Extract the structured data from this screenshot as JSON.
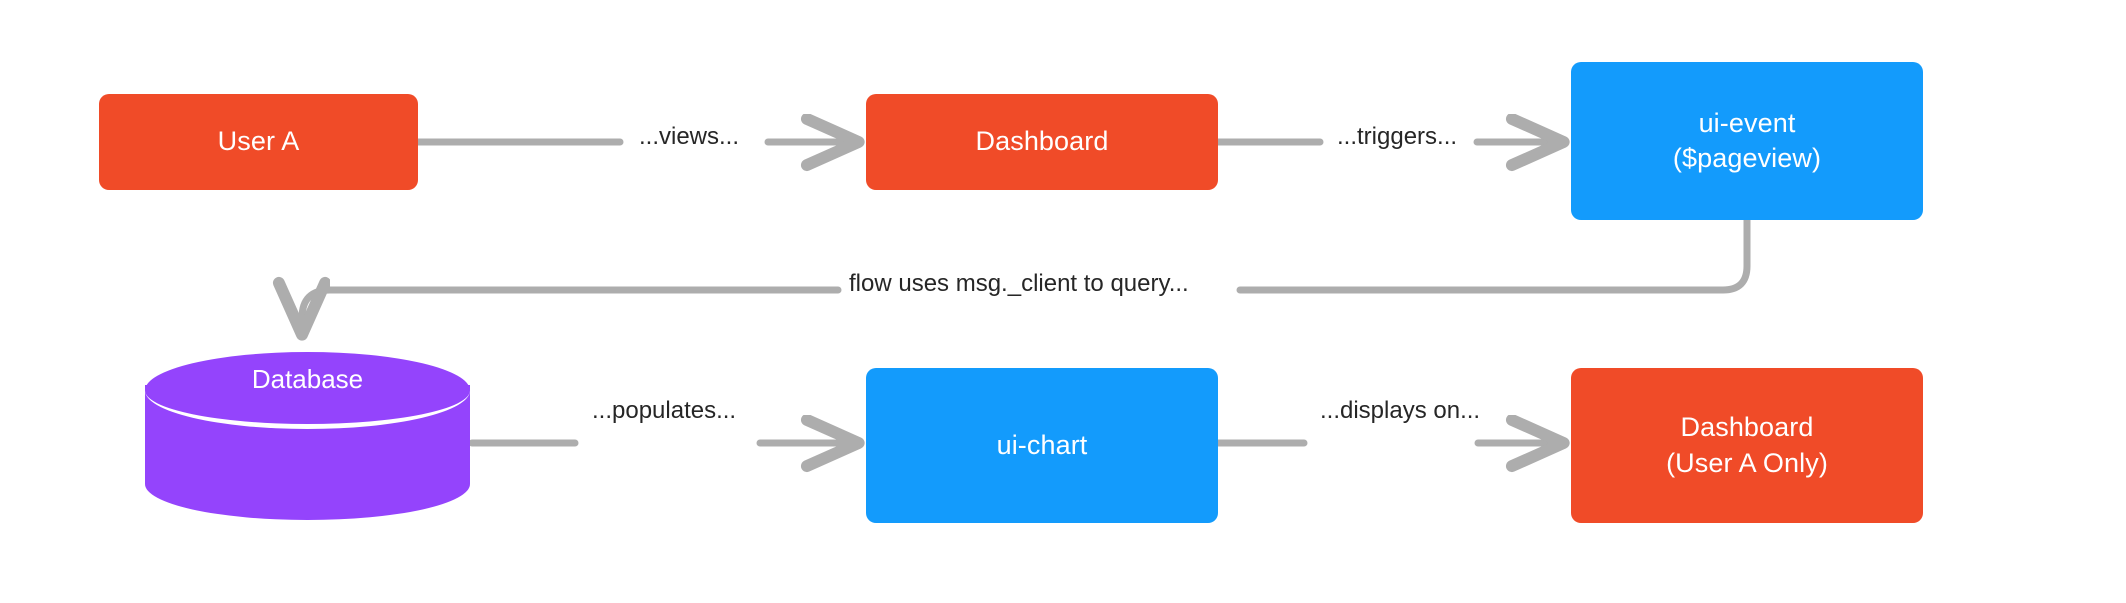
{
  "diagram": {
    "type": "flowchart",
    "title": "",
    "background": "#ffffff",
    "colors": {
      "orange": "#F04B28",
      "blue": "#139BFC",
      "purple": "#9444FC",
      "edge": "#ADADAD",
      "label_text": "#262626",
      "node_text": "#ffffff"
    }
  },
  "nodes": {
    "user_a": {
      "label": "User A",
      "shape": "rounded-rect",
      "color": "#F04B28"
    },
    "dash_top": {
      "label": "Dashboard",
      "shape": "rounded-rect",
      "color": "#F04B28"
    },
    "ui_event": {
      "line1": "ui-event",
      "line2": "($pageview)",
      "shape": "rounded-rect",
      "color": "#139BFC"
    },
    "database": {
      "label": "Database",
      "shape": "cylinder",
      "color": "#9444FC"
    },
    "ui_chart": {
      "label": "ui-chart",
      "shape": "rounded-rect",
      "color": "#139BFC"
    },
    "dash_bottom": {
      "line1": "Dashboard",
      "line2": "(User A Only)",
      "shape": "rounded-rect",
      "color": "#F04B28"
    }
  },
  "edges": [
    {
      "id": "e1",
      "from": "user_a",
      "to": "dash_top",
      "label": "...views..."
    },
    {
      "id": "e2",
      "from": "dash_top",
      "to": "ui_event",
      "label": "...triggers..."
    },
    {
      "id": "e3",
      "from": "ui_event",
      "to": "database",
      "label": "flow uses msg._client to query..."
    },
    {
      "id": "e4",
      "from": "database",
      "to": "ui_chart",
      "label": "...populates..."
    },
    {
      "id": "e5",
      "from": "ui_chart",
      "to": "dash_bottom",
      "label": "...displays on..."
    }
  ]
}
